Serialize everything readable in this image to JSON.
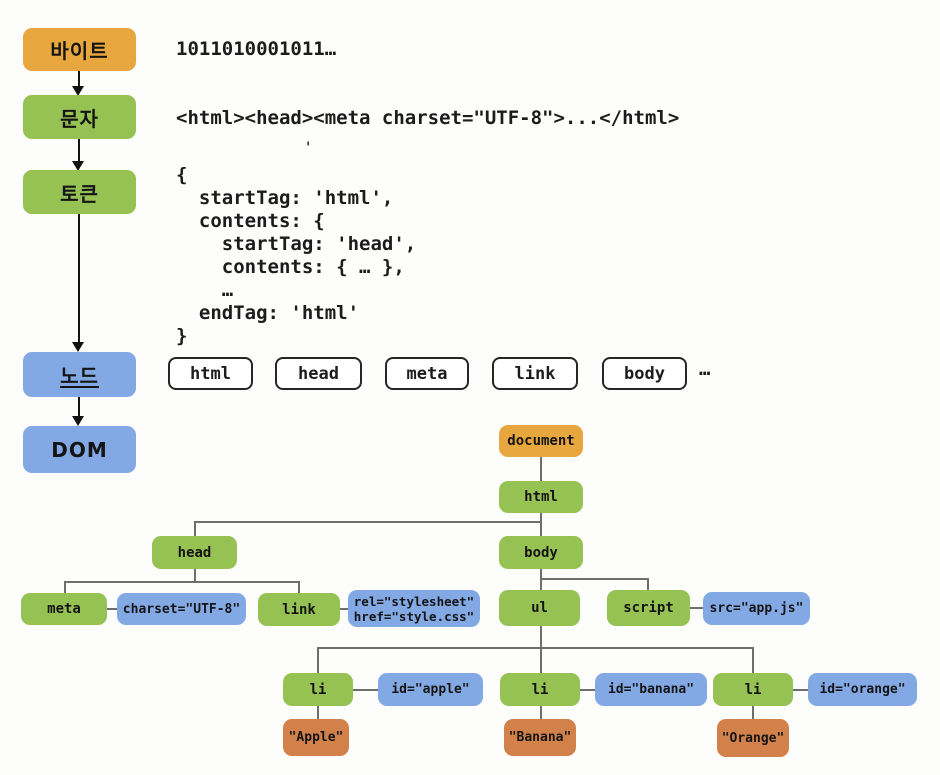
{
  "colors": {
    "step_orange": "#e7a73e",
    "step_green": "#96c153",
    "step_blue": "#83a9e4",
    "tree_text_node_orange": "#d2814b",
    "connector_gray": "#6e6e6e"
  },
  "pipeline": {
    "steps": [
      {
        "label": "바이트"
      },
      {
        "label": "문자"
      },
      {
        "label": "토큰"
      },
      {
        "label": "노드"
      },
      {
        "label": "DOM"
      }
    ]
  },
  "bytes_text": "1011010001011…",
  "characters_text": "<html><head><meta charset=\"UTF-8\">...</html>",
  "stray_mark": "'",
  "token_code": "{\n  startTag: 'html',\n  contents: {\n    startTag: 'head',\n    contents: { … },\n    …\n  endTag: 'html'\n}",
  "node_row": {
    "items": [
      {
        "label": "html"
      },
      {
        "label": "head"
      },
      {
        "label": "meta"
      },
      {
        "label": "link"
      },
      {
        "label": "body"
      }
    ],
    "ellipsis": "…"
  },
  "dom_tree": {
    "document": "document",
    "html": "html",
    "head": "head",
    "body": "body",
    "meta": "meta",
    "meta_attr": "charset=\"UTF-8\"",
    "link": "link",
    "link_attr": "rel=\"stylesheet\"\nhref=\"style.css\"",
    "ul": "ul",
    "script": "script",
    "script_attr": "src=\"app.js\"",
    "li": "li",
    "li_apple_attr": "id=\"apple\"",
    "li_banana_attr": "id=\"banana\"",
    "li_orange_attr": "id=\"orange\"",
    "apple_text": "\"Apple\"",
    "banana_text": "\"Banana\"",
    "orange_text": "\"Orange\""
  }
}
